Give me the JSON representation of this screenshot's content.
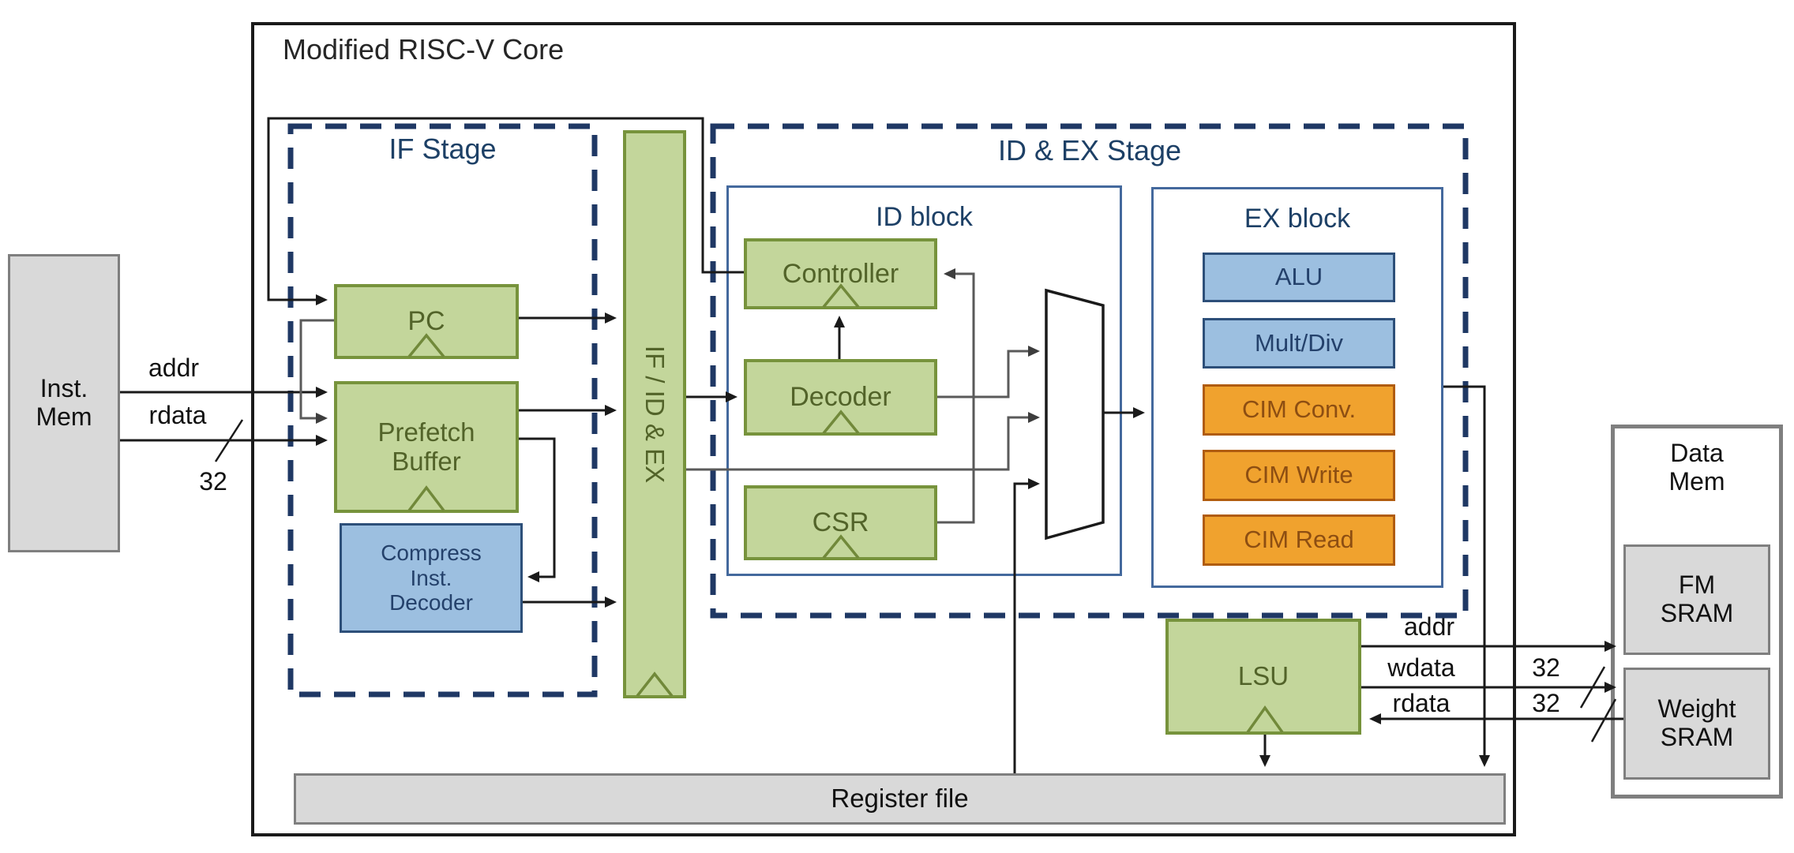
{
  "diagram": {
    "title": "Modified RISC-V Core"
  },
  "if_stage": {
    "label": "IF Stage",
    "pc": {
      "label": "PC"
    },
    "prefetch_buffer": {
      "line1": "Prefetch",
      "line2": "Buffer"
    },
    "compress_inst_decoder": {
      "line1": "Compress",
      "line2": "Inst.",
      "line3": "Decoder"
    }
  },
  "pipeline_register": {
    "label": "IF / ID & EX"
  },
  "id_ex_stage": {
    "label": "ID & EX Stage",
    "id_block": {
      "label": "ID block",
      "controller": {
        "label": "Controller"
      },
      "decoder": {
        "label": "Decoder"
      },
      "csr": {
        "label": "CSR"
      }
    },
    "ex_block": {
      "label": "EX block",
      "units": [
        {
          "label": "ALU",
          "style": "blue"
        },
        {
          "label": "Mult/Div",
          "style": "blue"
        },
        {
          "label": "CIM Conv.",
          "style": "orange"
        },
        {
          "label": "CIM Write",
          "style": "orange"
        },
        {
          "label": "CIM Read",
          "style": "orange"
        }
      ]
    }
  },
  "lsu": {
    "label": "LSU"
  },
  "register_file": {
    "label": "Register file"
  },
  "inst_mem": {
    "line1": "Inst.",
    "line2": "Mem",
    "signals": {
      "addr": "addr",
      "rdata": "rdata",
      "bus_width": "32"
    }
  },
  "data_mem": {
    "line1": "Data",
    "line2": "Mem",
    "fm_sram": {
      "line1": "FM",
      "line2": "SRAM"
    },
    "weight_sram": {
      "line1": "Weight",
      "line2": "SRAM"
    },
    "signals": {
      "addr": "addr",
      "wdata": "wdata",
      "rdata": "rdata",
      "wdata_width": "32",
      "rdata_width": "32"
    }
  },
  "colors": {
    "green_fill": "#c3d69b",
    "green_border": "#77933c",
    "blue_fill": "#9cbfe0",
    "blue_border": "#2d4f79",
    "orange_fill": "#f0a22e",
    "orange_border": "#b05c0f",
    "gray_fill": "#d9d9d9",
    "gray_border": "#7f7f7f",
    "dashed_border": "#1f3864",
    "label_navy": "#1d4066",
    "wire_black": "#1a1a1a",
    "wire_gray": "#5a5a5a"
  }
}
